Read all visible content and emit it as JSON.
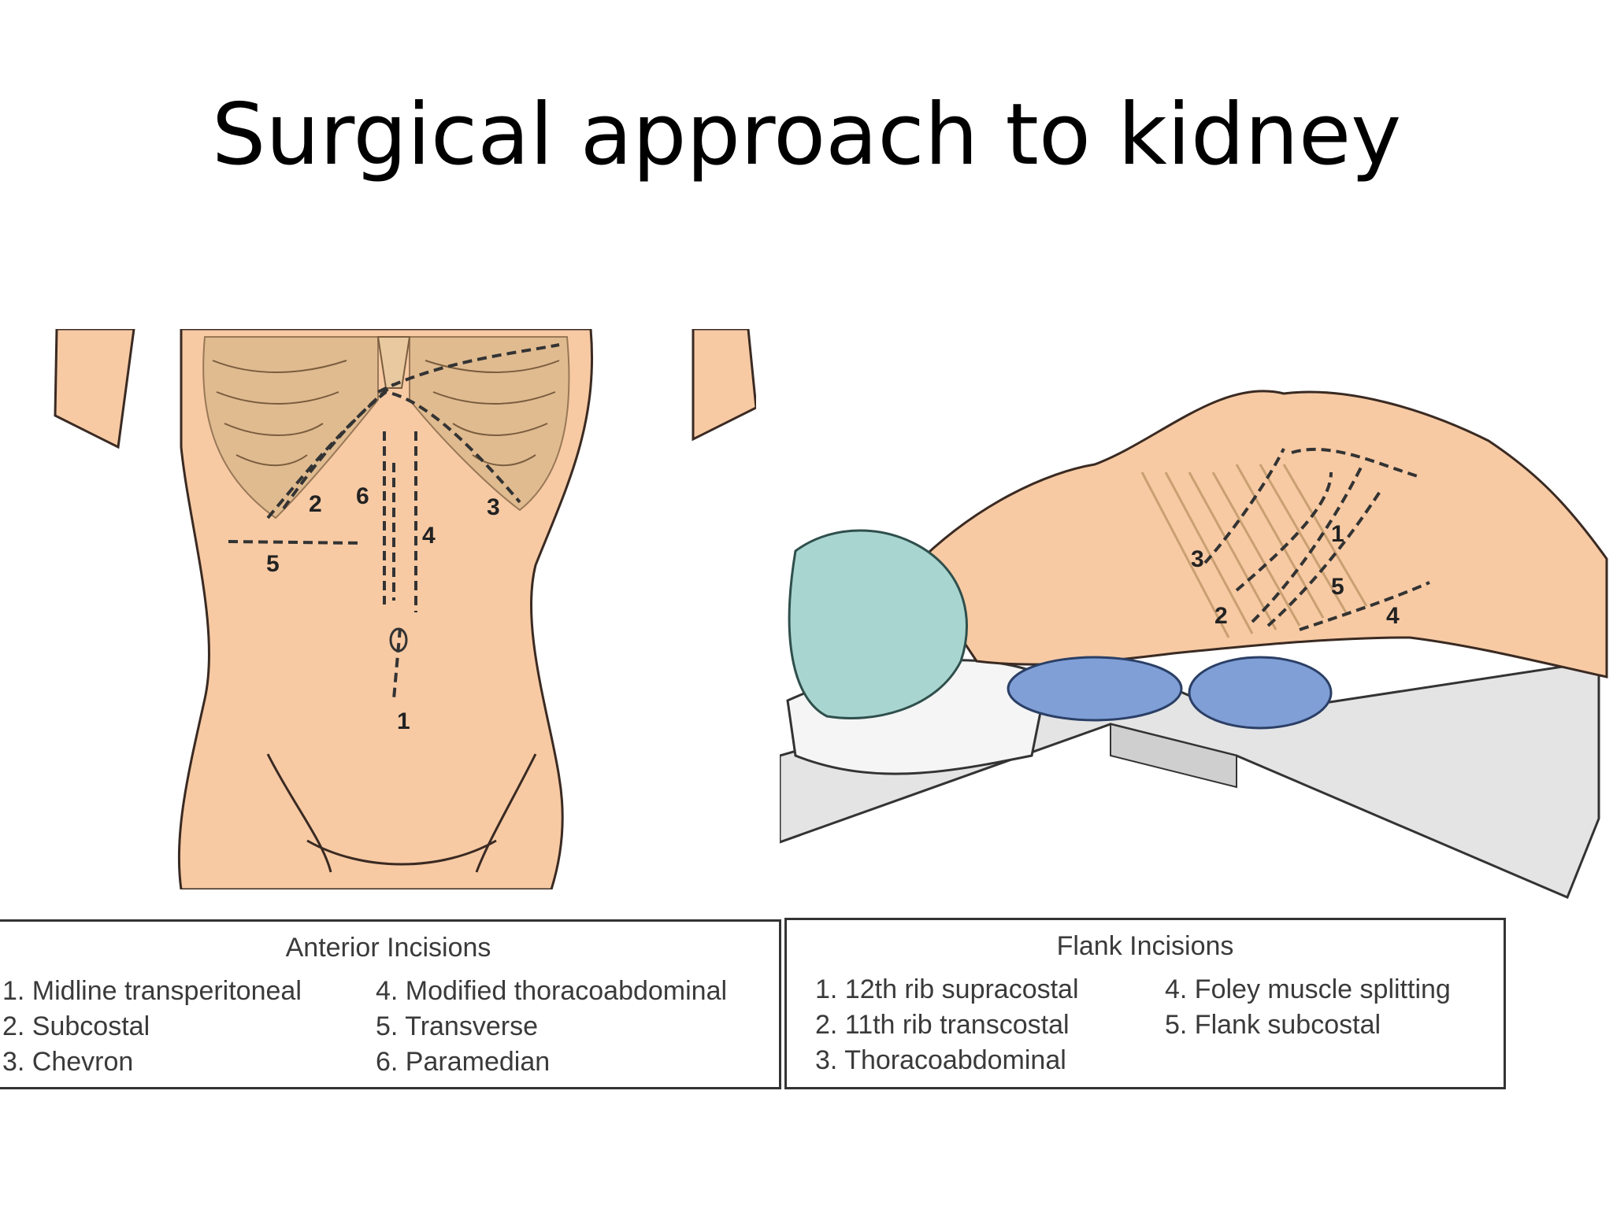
{
  "title": "Surgical approach to kidney",
  "anterior": {
    "heading": "Anterior Incisions",
    "col1": [
      "1. Midline transperitoneal",
      "2. Subcostal",
      "3. Chevron"
    ],
    "col2": [
      "4. Modified thoracoabdominal",
      "5. Transverse",
      "6. Paramedian"
    ],
    "figure_labels": [
      "1",
      "2",
      "3",
      "4",
      "5",
      "6"
    ]
  },
  "flank": {
    "heading": "Flank Incisions",
    "col1": [
      "1. 12th rib supracostal",
      "2. 11th rib transcostal",
      "3. Thoracoabdominal"
    ],
    "col2": [
      "4. Foley muscle splitting",
      "5. Flank subcostal"
    ],
    "figure_labels": [
      "1",
      "2",
      "3",
      "4",
      "5"
    ]
  },
  "colors": {
    "skin": "#f7caa4",
    "skin_outline": "#3a2a22",
    "rib": "#d9b68a",
    "drape": "#a9d5d0",
    "pillow": "#7f9fd6",
    "table": "#e4e4e4"
  }
}
